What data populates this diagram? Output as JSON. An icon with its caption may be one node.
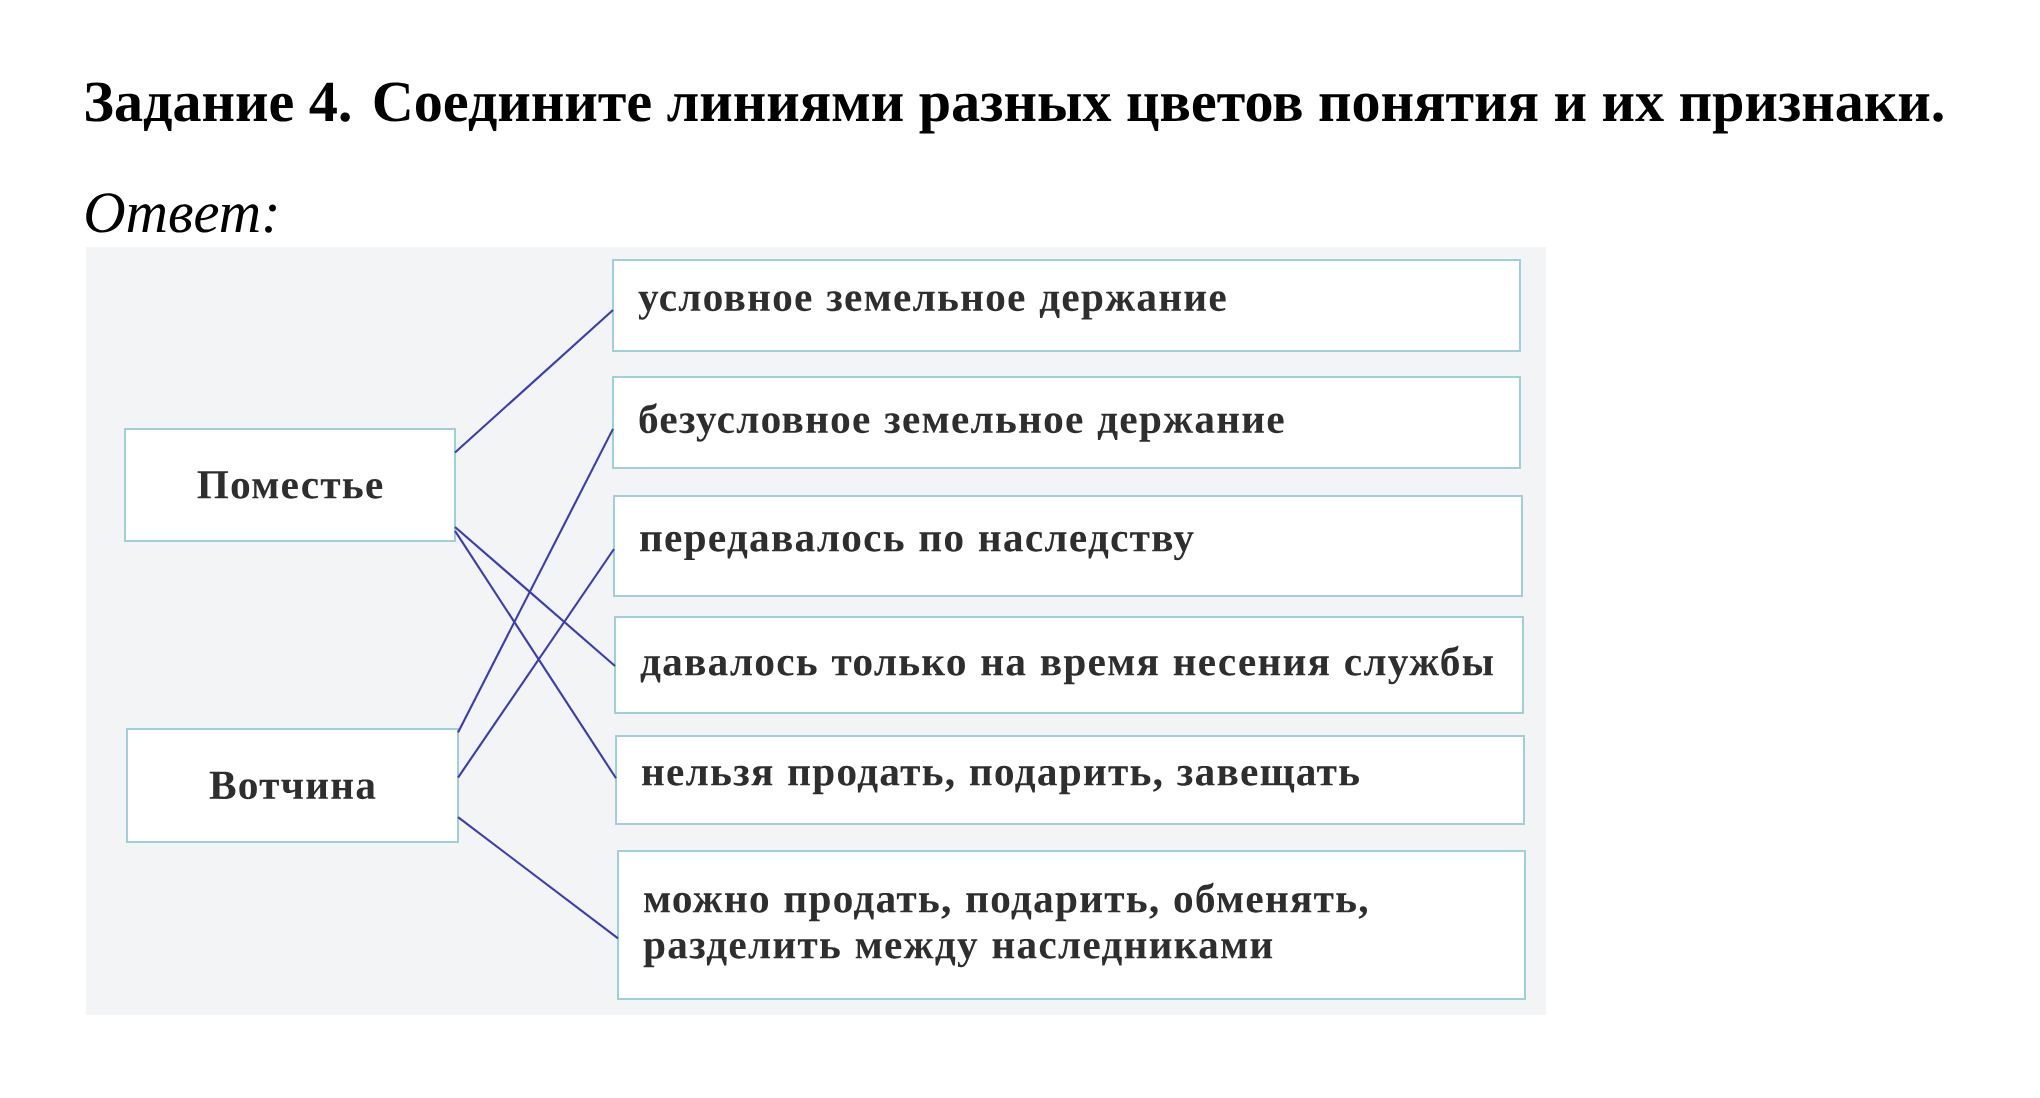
{
  "diagram": {
    "title": "Задание 4. Соедините линиями разных цветов понятия и их признаки.",
    "nodes": [
      {
        "text": [
          "Поместье"
        ]
      },
      {
        "text": [
          "Вотчина"
        ]
      },
      {
        "text": [
          "условное земельное держание"
        ]
      },
      {
        "text": [
          "безусловное земельное держание"
        ]
      },
      {
        "text": [
          "передавалось по наследству"
        ]
      },
      {
        "text": [
          "давалось только на время несения службы"
        ]
      },
      {
        "text": [
          "нельзя продать, подарить, завещать"
        ]
      },
      {
        "text": [
          "можно продать, подарить, обменять, разделить между наследниками"
        ]
      }
    ],
    "edges": [
      {
        "from": 0,
        "to": 2,
        "arrow": "none"
      },
      {
        "from": 0,
        "to": 5,
        "arrow": "none"
      },
      {
        "from": 0,
        "to": 6,
        "arrow": "none"
      },
      {
        "from": 1,
        "to": 3,
        "arrow": "none"
      },
      {
        "from": 1,
        "to": 4,
        "arrow": "none"
      },
      {
        "from": 1,
        "to": 7,
        "arrow": "none"
      }
    ],
    "labels": [
      "Ответ:"
    ]
  }
}
